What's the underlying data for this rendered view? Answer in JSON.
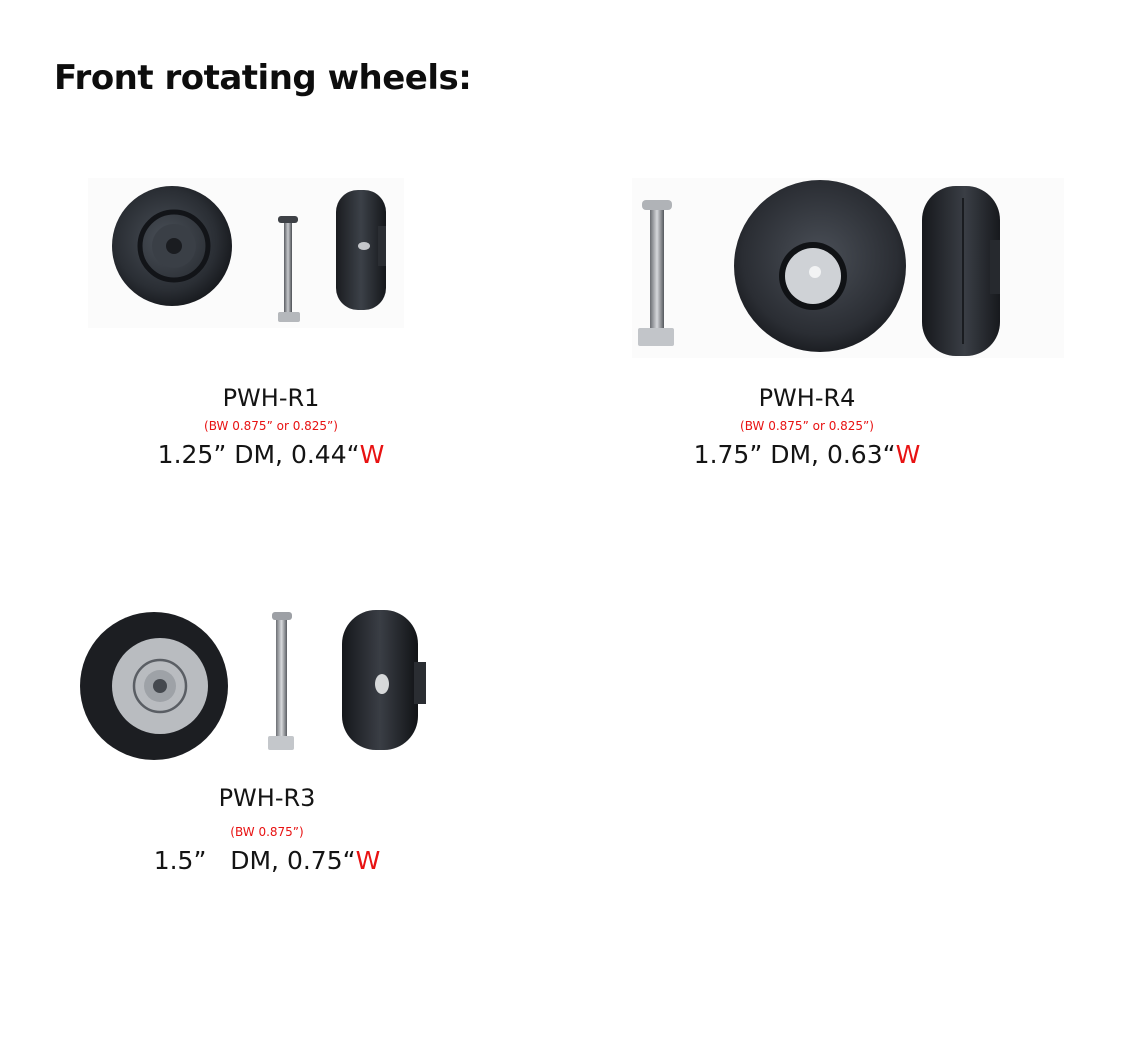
{
  "title": "Front rotating wheels:",
  "colors": {
    "accent_red": "#e81212",
    "text": "#141414",
    "wheel_black": "#1c1e22",
    "hub_silver": "#b9bcc0"
  },
  "products": [
    {
      "code": "PWH-R1",
      "bw": "(BW 0.875” or 0.825”)",
      "dim_text": "1.25” DM, 0.44“",
      "dim_w": "W",
      "image": "wheel-front-view, axle-bolt, wheel-side-view"
    },
    {
      "code": "PWH-R4",
      "bw": "(BW 0.875” or 0.825”)",
      "dim_text": "1.75” DM, 0.63“",
      "dim_w": "W",
      "image": "axle-bolt, wheel-front-view, wheel-side-view"
    },
    {
      "code": "PWH-R3",
      "bw": "(BW 0.875”)",
      "dim_text": "1.5”   DM, 0.75“",
      "dim_w": "W",
      "image": "wheel-front-view, axle-bolt, wheel-side-view"
    }
  ]
}
